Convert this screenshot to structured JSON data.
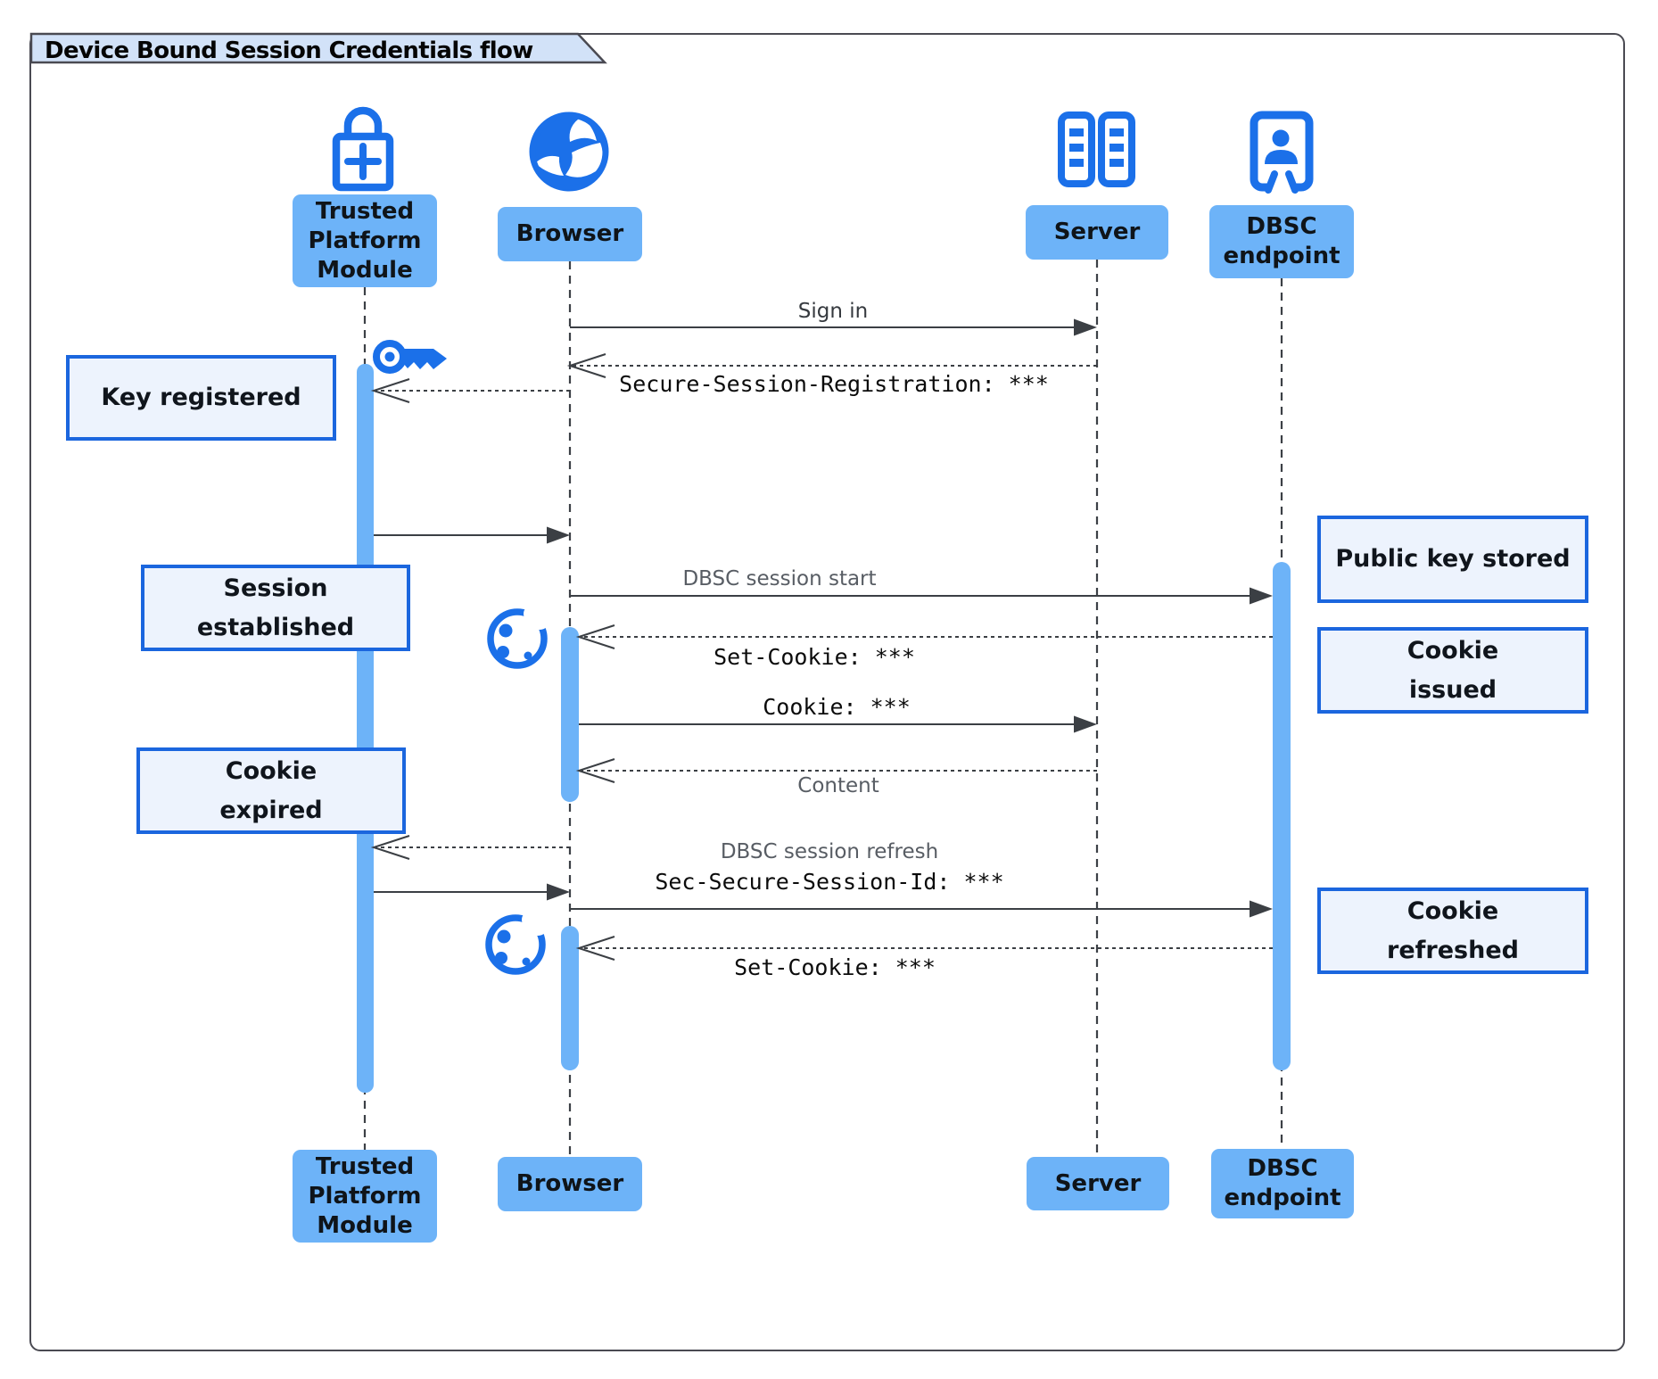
{
  "title": "Device Bound Session Credentials flow",
  "participants": [
    {
      "id": "tpm",
      "label": "Trusted\nPlatform\nModule",
      "icon": "lock-plus-icon"
    },
    {
      "id": "browser",
      "label": "Browser",
      "icon": "globe-icon"
    },
    {
      "id": "server",
      "label": "Server",
      "icon": "server-rack-icon"
    },
    {
      "id": "dbsc",
      "label": "DBSC\nendpoint",
      "icon": "doorway-person-icon"
    }
  ],
  "messages": [
    {
      "from": "browser",
      "to": "server",
      "style": "solid",
      "label": "Sign in"
    },
    {
      "from": "server",
      "to": "browser",
      "style": "dashed",
      "label": "Secure-Session-Registration: ***",
      "mono": true
    },
    {
      "from": "browser",
      "to": "tpm",
      "style": "dashed",
      "label": ""
    },
    {
      "from": "tpm",
      "to": "browser",
      "style": "solid",
      "label": ""
    },
    {
      "from": "browser",
      "to": "dbsc",
      "style": "solid",
      "label": "DBSC session start"
    },
    {
      "from": "dbsc",
      "to": "browser",
      "style": "dashed",
      "label": "Set-Cookie: ***",
      "mono": true
    },
    {
      "from": "browser",
      "to": "server",
      "style": "solid",
      "label": "Cookie: ***",
      "mono": true
    },
    {
      "from": "server",
      "to": "browser",
      "style": "dashed",
      "label": "Content"
    },
    {
      "from": "browser",
      "to": "tpm",
      "style": "dashed",
      "label": ""
    },
    {
      "from": "tpm",
      "to": "browser",
      "style": "solid",
      "label": ""
    },
    {
      "from": "browser",
      "to": "dbsc",
      "style": "solid",
      "label": "DBSC session refresh",
      "label2": "Sec-Secure-Session-Id: ***"
    },
    {
      "from": "dbsc",
      "to": "browser",
      "style": "dashed",
      "label": "Set-Cookie: ***",
      "mono": true
    }
  ],
  "notes": [
    {
      "id": "key-registered",
      "side": "left-of-tpm",
      "label": "Key registered"
    },
    {
      "id": "session-established",
      "side": "left-of-tpm",
      "label": "Session\nestablished"
    },
    {
      "id": "cookie-expired",
      "side": "left-of-tpm",
      "label": "Cookie\nexpired"
    },
    {
      "id": "public-key-stored",
      "side": "right-of-dbsc",
      "label": "Public key stored"
    },
    {
      "id": "cookie-issued",
      "side": "right-of-dbsc",
      "label": "Cookie\nissued"
    },
    {
      "id": "cookie-refreshed",
      "side": "right-of-dbsc",
      "label": "Cookie\nrefreshed"
    }
  ],
  "icons": [
    "lock-plus-icon",
    "globe-icon",
    "server-rack-icon",
    "doorway-person-icon",
    "key-icon",
    "cookie-icon"
  ],
  "colors": {
    "icon_blue": "#1b70e9",
    "activation_fill": "#6db3f8",
    "participant_fill": "#6db3f8",
    "note_fill": "#edf3fd",
    "note_border": "#1b66de",
    "title_tab_fill": "#d2e2f8",
    "line": "#3b3f44",
    "gray_text": "#585d64",
    "mono_text": "#0b0b0b"
  }
}
